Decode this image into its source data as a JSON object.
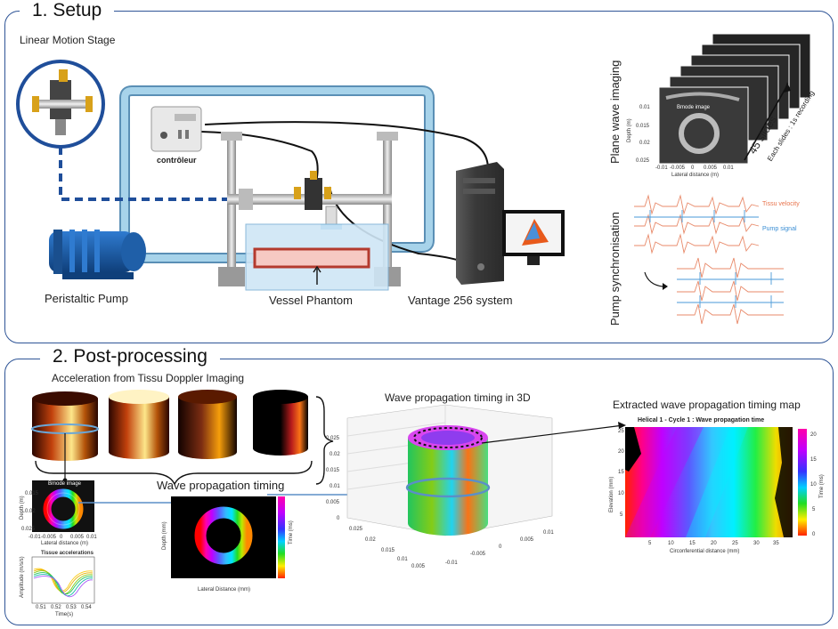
{
  "sections": {
    "setup_title": "1. Setup",
    "post_title": "2. Post-processing"
  },
  "setup": {
    "linear_stage": "Linear Motion Stage",
    "controller": "contrôleur",
    "pump": "Peristaltic Pump",
    "phantom": "Vessel Phantom",
    "vantage": "Vantage 256 system",
    "plane_wave": "Plane wave imaging",
    "pump_sync": "Pump synchronisation",
    "slides_count": "45 slides",
    "slides_desc": "Each slides : 1s recording",
    "bmode_label": "Bmode image",
    "depth_axis": "Depth (m)",
    "lateral_axis": "Lateral distance (m)",
    "depth_ticks": [
      "0.01",
      "0.015",
      "0.02",
      "0.025"
    ],
    "lateral_ticks": [
      "-0.01",
      "-0.005",
      "0",
      "0.005",
      "0.01"
    ],
    "tissu_velocity": "Tissu velocity",
    "pump_signal": "Pump signal"
  },
  "post": {
    "accel_title": "Acceleration from Tissu Doppler Imaging",
    "bmode_small": "Bmode image",
    "small_depth_axis": "Depth (m)",
    "small_lateral_axis": "Lateral distance (m)",
    "small_depth_ticks": [
      "0.015",
      "0.02",
      "0.025"
    ],
    "small_lateral_ticks": [
      "-0.01",
      "-0.005",
      "0",
      "0.005",
      "0.01"
    ],
    "tissue_accel": "Tissue accelerations",
    "amp_axis": "Amplitude (m/s/s)",
    "time_axis": "Time(s)",
    "time_ticks": [
      "0.51",
      "0.52",
      "0.53",
      "0.54"
    ],
    "wpt_title": "Wave propagation timing",
    "wpt_depth_axis": "Depth (mm)",
    "wpt_lateral_axis": "Lateral Distance (mm)",
    "wpt_time_axis": "Time (ms)",
    "wave3d_title": "Wave propagation timing in 3D",
    "z_ticks": [
      "0.025",
      "0.02",
      "0.015",
      "0.01",
      "0.005",
      "0"
    ],
    "y_ticks": [
      "0.025",
      "0.02",
      "0.015",
      "0.01",
      "0.005"
    ],
    "x_ticks": [
      "-0.01",
      "-0.005",
      "0",
      "0.005",
      "0.01"
    ],
    "map_header": "Extracted wave propagation timing map",
    "map_title": "Helical 1 - Cycle 1 : Wave propagation time",
    "map_xlabel": "Circonferential distance (mm)",
    "map_ylabel": "Elevation (mm)",
    "map_cbar_label": "Time (ms)",
    "map_xticks": [
      "5",
      "10",
      "15",
      "20",
      "25",
      "30",
      "35"
    ],
    "map_yticks": [
      "25",
      "20",
      "15",
      "10",
      "5"
    ],
    "map_cticks": [
      "20",
      "15",
      "10",
      "5",
      "0"
    ]
  },
  "colors": {
    "frame": "#2f5597",
    "tube": "#a7d3ea",
    "tube_edge": "#5a8fb5",
    "pump": "#1b5ea8",
    "dashed": "#1f4e9a"
  }
}
